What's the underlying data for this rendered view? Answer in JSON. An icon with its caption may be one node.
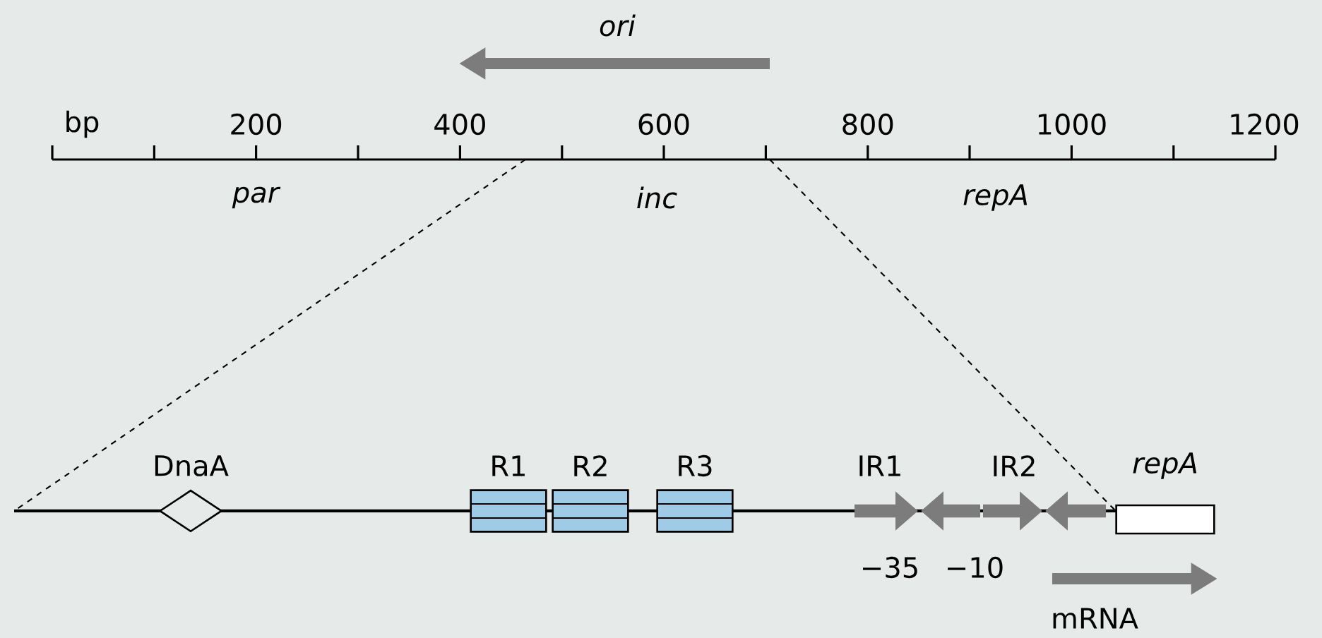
{
  "diagram": {
    "nodes": [
      {
        "text": [
          "DnaA"
        ]
      },
      {
        "text": [
          "R1"
        ]
      },
      {
        "text": [
          "R2"
        ]
      },
      {
        "text": [
          "R3"
        ]
      },
      {
        "text": [
          "repA"
        ]
      }
    ],
    "labels": [
      "ori",
      "bp",
      "200",
      "400",
      "600",
      "800",
      "1000",
      "1200",
      "par",
      "inc",
      "repA",
      "IR1",
      "IR2",
      "−35",
      "−10",
      "mRNA"
    ]
  }
}
